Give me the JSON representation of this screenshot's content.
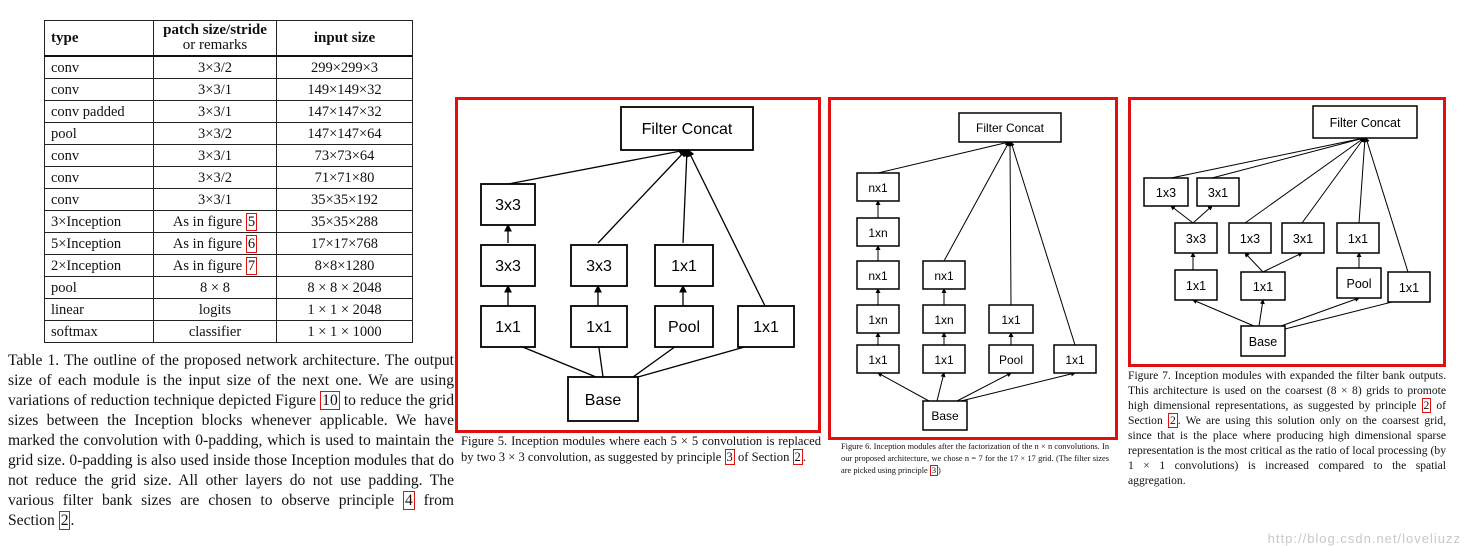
{
  "table": {
    "headers": {
      "type": "type",
      "stride": "patch size/stride",
      "stride_sub": "or remarks",
      "input": "input size"
    },
    "rows": [
      {
        "type": "conv",
        "patch": "3×3/2",
        "input": "299×299×3"
      },
      {
        "type": "conv",
        "patch": "3×3/1",
        "input": "149×149×32"
      },
      {
        "type": "conv padded",
        "patch": "3×3/1",
        "input": "147×147×32"
      },
      {
        "type": "pool",
        "patch": "3×3/2",
        "input": "147×147×64"
      },
      {
        "type": "conv",
        "patch": "3×3/1",
        "input": "73×73×64"
      },
      {
        "type": "conv",
        "patch": "3×3/2",
        "input": "71×71×80"
      },
      {
        "type": "conv",
        "patch": "3×3/1",
        "input": "35×35×192"
      },
      {
        "type": "3×Inception",
        "patch": "As in figure ",
        "ref": "5",
        "input": "35×35×288"
      },
      {
        "type": "5×Inception",
        "patch": "As in figure ",
        "ref": "6",
        "input": "17×17×768"
      },
      {
        "type": "2×Inception",
        "patch": "As in figure ",
        "ref": "7",
        "input": "8×8×1280"
      },
      {
        "type": "pool",
        "patch": "8 × 8",
        "input": "8 × 8 × 2048"
      },
      {
        "type": "linear",
        "patch": "logits",
        "input": "1 × 1 × 2048"
      },
      {
        "type": "softmax",
        "patch": "classifier",
        "input": "1 × 1 × 1000"
      }
    ]
  },
  "table_caption": {
    "p1": "Table 1. The outline of the proposed network architecture. The output size of each module is the input size of the next one. We are using variations of reduction technique depicted Figure ",
    "r1": "10",
    "p2": " to reduce the grid sizes between the Inception blocks whenever applicable. We have marked the convolution with 0-padding, which is used to maintain the grid size. 0-padding is also used inside those Inception modules that do not reduce the grid size. All other layers do not use padding. The various filter bank sizes are chosen to observe principle ",
    "r2": "4",
    "p3": " from Section ",
    "r3": "2",
    "p4": "."
  },
  "figure5": {
    "nodes": {
      "concat": "Filter Concat",
      "b1a": "3x3",
      "b1b": "3x3",
      "b1c": "1x1",
      "b2a": "3x3",
      "b2b": "1x1",
      "b3a": "1x1",
      "b3b": "Pool",
      "b4": "1x1",
      "base": "Base"
    },
    "caption": {
      "p1": "Figure 5. Inception modules where each 5 × 5 convolution is replaced by two 3 × 3 convolution, as suggested by principle ",
      "r1": "3",
      "p2": " of Section ",
      "r2": "2",
      "p3": "."
    }
  },
  "figure6": {
    "nodes": {
      "concat": "Filter Concat",
      "a1": "nx1",
      "a2": "1xn",
      "a3": "nx1",
      "a4": "1xn",
      "a5": "1x1",
      "b1": "nx1",
      "b2": "1xn",
      "b3": "1x1",
      "c1": "1x1",
      "c2": "Pool",
      "d1": "1x1",
      "base": "Base"
    },
    "caption": {
      "p1": "Figure 6. Inception modules after the factorization of the n × n convolutions. In our proposed architecture, we chose n = 7 for the 17 × 17 grid. (The filter sizes are picked using principle ",
      "r1": "3",
      "p2": ")"
    }
  },
  "figure7": {
    "nodes": {
      "concat": "Filter Concat",
      "t1": "1x3",
      "t2": "3x1",
      "m1": "3x3",
      "m2": "1x3",
      "m3": "3x1",
      "m4": "1x1",
      "l1": "1x1",
      "l2": "1x1",
      "l3": "Pool",
      "l4": "1x1",
      "base": "Base"
    },
    "caption": {
      "p1": "Figure 7. Inception modules with expanded the filter bank outputs. This architecture is used on the coarsest (8 × 8) grids to promote high dimensional representations, as suggested by principle ",
      "r1": "2",
      "p2": " of Section ",
      "r2": "2",
      "p3": ". We are using this solution only on the coarsest grid, since that is the place where producing high dimensional sparse representation is the most critical as the ratio of local processing (by 1 × 1 convolutions) is increased compared to the spatial aggregation."
    }
  },
  "watermark": "http://blog.csdn.net/loveliuzz",
  "colors": {
    "highlight": "#e01010",
    "text": "#111111",
    "watermark": "#c8c8c8"
  }
}
